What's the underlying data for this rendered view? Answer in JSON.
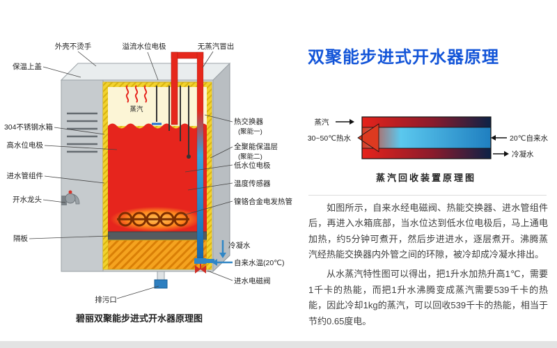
{
  "page": {
    "title": "双聚能步进式开水器原理"
  },
  "colors": {
    "title_blue": "#1254d8",
    "hot_red": "#e6251d",
    "cold_blue": "#2f86c6",
    "insulation_orange": "#f5a31f",
    "insulation_yellow": "#f2d22e"
  },
  "boiler": {
    "caption": "碧丽双聚能步进式开水器原理图",
    "labels": {
      "shell": "外壳不烫手",
      "overflow_electrode": "溢流水位电极",
      "no_steam": "无蒸汽冒出",
      "top_cover": "保温上盖",
      "tank": "304不锈钢水箱",
      "high_electrode": "高水位电极",
      "inlet_assembly": "进水管组件",
      "tap": "开水龙头",
      "partition": "隔板",
      "drain": "排污口",
      "steam": "蒸汽",
      "heat_exchanger_line1": "热交换器",
      "heat_exchanger_line2": "(聚能一)",
      "insulation_line1": "全聚能保温层",
      "insulation_line2": "(聚能二)",
      "low_electrode": "低水位电极",
      "temp_sensor": "温度传感器",
      "heating_tube": "镍铬合金电发热管",
      "condensate": "冷凝水",
      "tap_water": "自来水温(20℃)",
      "solenoid": "进水电磁阀"
    }
  },
  "recovery": {
    "caption": "蒸汽回收装置原理图",
    "labels": {
      "steam": "蒸汽",
      "hot_water": "30~50℃热水",
      "tap_water": "20℃自来水",
      "condensate": "冷凝水"
    }
  },
  "paragraphs": [
    "如图所示，自来水经电磁阀、热能交换器、进水管组件后，再进入水箱底部，当水位达到低水位电极后，马上通电加热，约5分钟可煮开，然后步进进水，逐层煮开。沸腾蒸汽经热能交换器内外管之间的环隙，被冷却成冷凝水排出。",
    "从水蒸汽特性图可以得出，把1升水加热升高1℃，需要1千卡的热能，而把1升水沸腾变成蒸汽需要539千卡的热能，因此冷却1kg的蒸汽，可以回收539千卡的热能，相当于节约0.65度电。"
  ]
}
